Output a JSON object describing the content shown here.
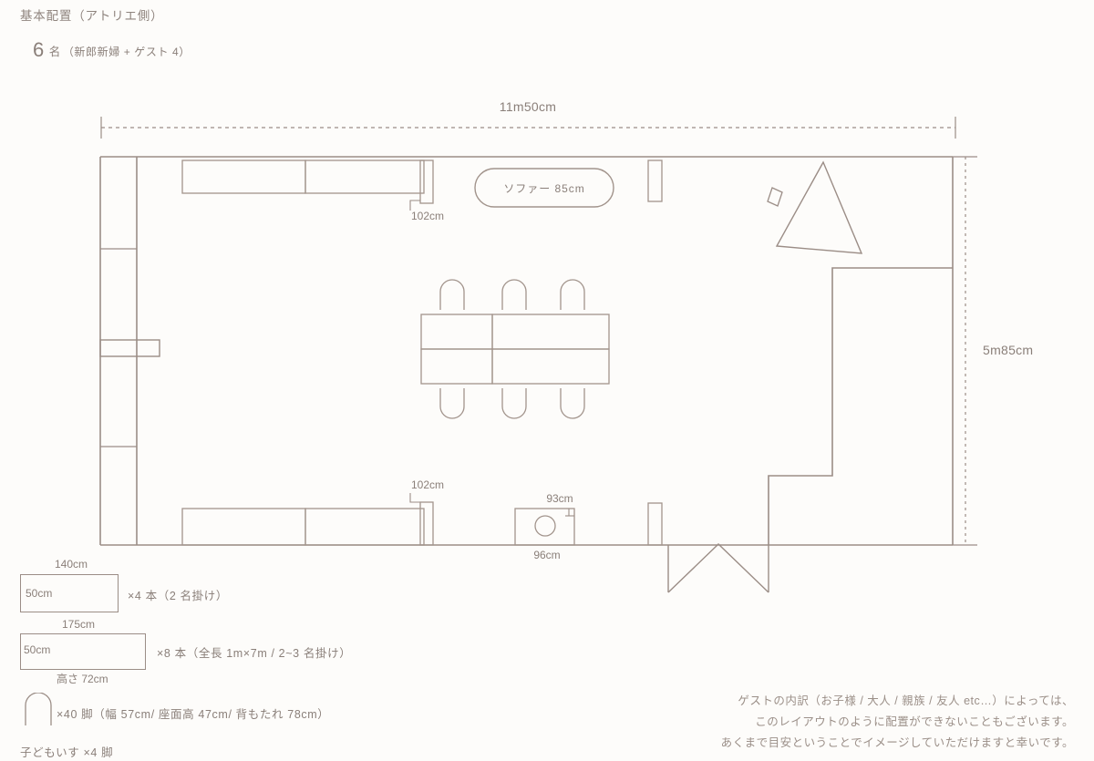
{
  "header": {
    "title": "基本配置（アトリエ側）",
    "guest_number": "6",
    "guest_unit": "名",
    "guest_detail": "（新郎新婦 + ゲスト 4）"
  },
  "floorplan": {
    "dim_width_label": "11m50cm",
    "dim_height_label": "5m85cm",
    "sofa_label": "ソファー 85cm",
    "door_top_label": "102cm",
    "door_bottom_label": "102cm",
    "counter_depth_label": "93cm",
    "counter_width_label": "96cm"
  },
  "legend": {
    "table_small": {
      "width_label": "140cm",
      "depth_label": "50cm",
      "note": "×4 本（2 名掛け）"
    },
    "table_large": {
      "width_label": "175cm",
      "depth_label": "50cm",
      "note": "×8 本（全長 1m×7m / 2~3 名掛け）",
      "height_label": "高さ 72cm"
    },
    "chair": {
      "note": "×40 脚（幅 57cm/ 座面高 47cm/ 背もたれ 78cm）"
    },
    "kids_chair": {
      "note": "子どもいす ×4 脚"
    }
  },
  "footer": {
    "lines": [
      "ゲストの内訳（お子様 / 大人 / 親族 / 友人 etc…）によっては、",
      "このレイアウトのように配置ができないこともございます。",
      "あくまで目安ということでイメージしていただけますと幸いです。"
    ],
    "line1": "ゲストの内訳（お子様 / 大人 / 親族 / 友人 etc…）によっては、",
    "line2": "このレイアウトのように配置ができないこともございます。",
    "line3": "あくまで目安ということでイメージしていただけますと幸いです。"
  },
  "colors": {
    "background": "#fdfcfa",
    "wall": "#9b8d86",
    "text": "#8a7f79",
    "furniture": "#a2948c"
  }
}
